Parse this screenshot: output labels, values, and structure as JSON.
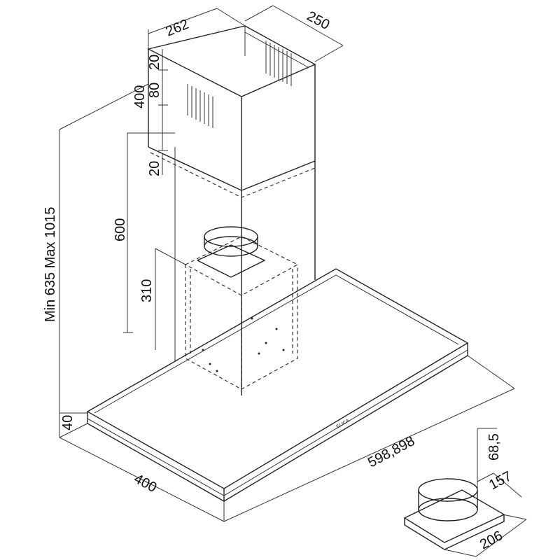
{
  "dimensions": {
    "chimney_depth": "262",
    "chimney_width": "250",
    "top_offset": "20",
    "vent_height": "80",
    "upper_chimney_height": "400",
    "lower_offset": "20",
    "total_height": "Min 635 Max 1015",
    "lower_chimney_height": "600",
    "motor_height": "310",
    "canopy_thickness": "40",
    "canopy_depth": "400",
    "canopy_width": "598,898",
    "collar_height": "68,5",
    "collar_depth": "157",
    "collar_width": "206"
  },
  "brand_label": "ELICA"
}
